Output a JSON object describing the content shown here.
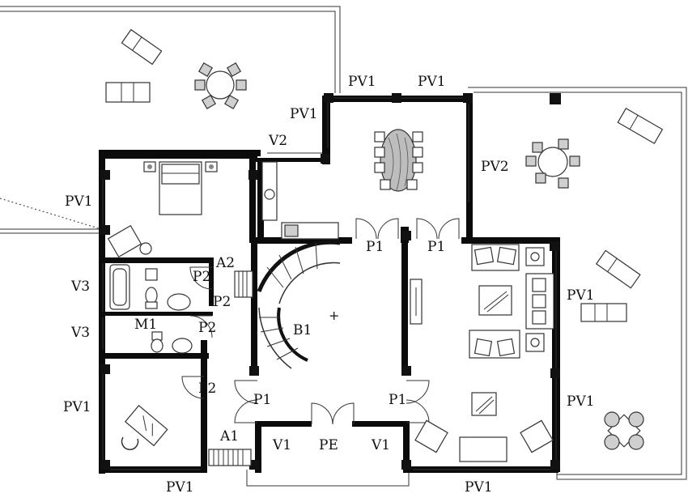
{
  "labels": {
    "pv1_top_a": "PV1",
    "pv1_top_b": "PV1",
    "pv1_left_tower": "PV1",
    "v2": "V2",
    "pv2": "PV2",
    "pv1_left_upper": "PV1",
    "a2": "A2",
    "p2_a": "P2",
    "p2_b": "P2",
    "p2_c": "P2",
    "p2_d": "P2",
    "p1_a": "P1",
    "p1_b": "P1",
    "p1_c": "P1",
    "p1_d": "P1",
    "v3_a": "V3",
    "v3_b": "V3",
    "m1": "M1",
    "b1": "B1",
    "pv1_right_a": "PV1",
    "pv1_right_b": "PV1",
    "pv1_left_lower": "PV1",
    "a1": "A1",
    "v1_a": "V1",
    "pe": "PE",
    "v1_b": "V1",
    "pv1_bottom_a": "PV1",
    "pv1_bottom_b": "PV1"
  },
  "colors": {
    "wall": "#0b0b0b",
    "line": "#333333",
    "furniture_fill": "#cfcfcf"
  }
}
